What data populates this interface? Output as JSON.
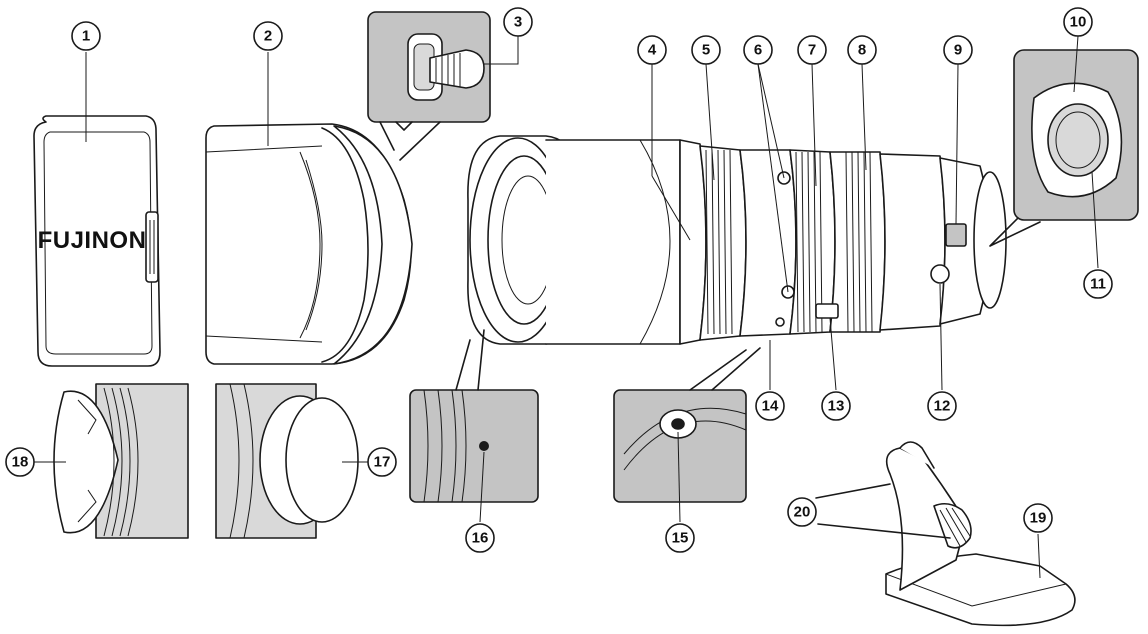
{
  "product": {
    "brand_text": "FUJINON"
  },
  "callouts": [
    {
      "id": "1",
      "label": "1"
    },
    {
      "id": "2",
      "label": "2"
    },
    {
      "id": "3",
      "label": "3"
    },
    {
      "id": "4",
      "label": "4"
    },
    {
      "id": "5",
      "label": "5"
    },
    {
      "id": "6",
      "label": "6"
    },
    {
      "id": "7",
      "label": "7"
    },
    {
      "id": "8",
      "label": "8"
    },
    {
      "id": "9",
      "label": "9"
    },
    {
      "id": "10",
      "label": "10"
    },
    {
      "id": "11",
      "label": "11"
    },
    {
      "id": "12",
      "label": "12"
    },
    {
      "id": "13",
      "label": "13"
    },
    {
      "id": "14",
      "label": "14"
    },
    {
      "id": "15",
      "label": "15"
    },
    {
      "id": "16",
      "label": "16"
    },
    {
      "id": "17",
      "label": "17"
    },
    {
      "id": "18",
      "label": "18"
    },
    {
      "id": "19",
      "label": "19"
    },
    {
      "id": "20",
      "label": "20"
    }
  ]
}
